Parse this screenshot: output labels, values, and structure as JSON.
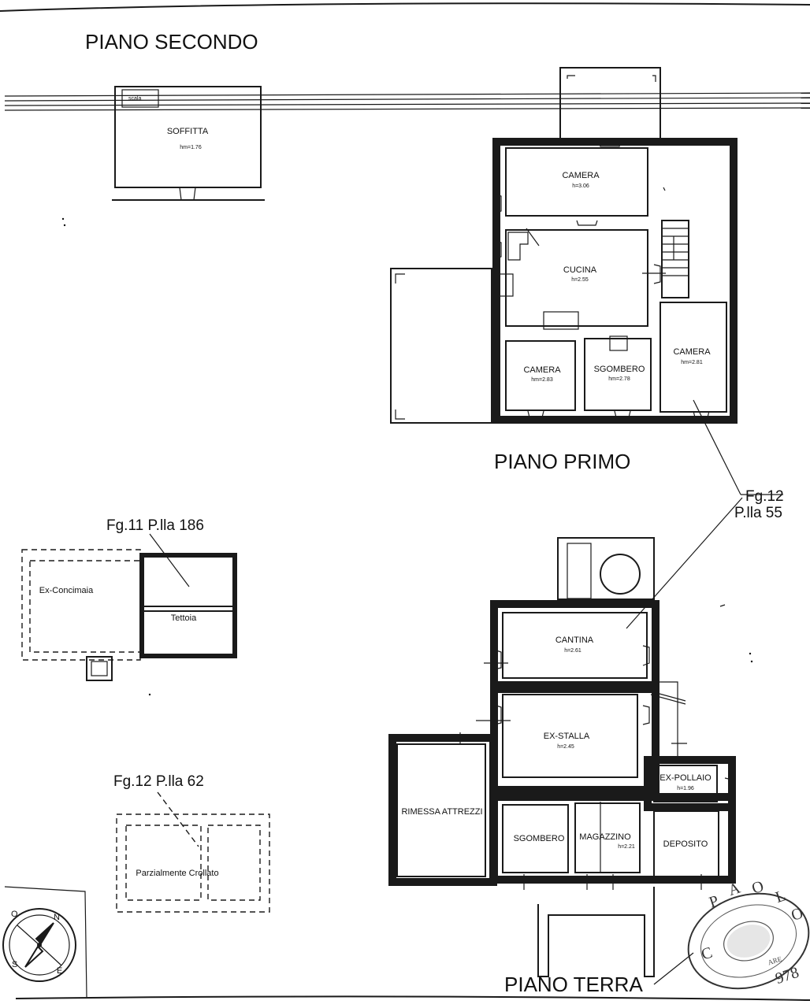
{
  "floors": {
    "second": "PIANO SECONDO",
    "first": "PIANO PRIMO",
    "ground": "PIANO TERRA"
  },
  "second_floor": {
    "stair": "scala",
    "attic": {
      "name": "SOFFITTA",
      "height": "hm=1.76"
    }
  },
  "first_floor": {
    "camera_top": {
      "name": "CAMERA",
      "height": "h=3.06"
    },
    "cucina": {
      "name": "CUCINA",
      "height": "h=2.55"
    },
    "camera_left": {
      "name": "CAMERA",
      "height": "hm=2.83"
    },
    "sgombero": {
      "name": "SGOMBERO",
      "height": "hm=2.78"
    },
    "camera_right": {
      "name": "CAMERA",
      "height": "hm=2.81"
    }
  },
  "ground_floor": {
    "cantina": {
      "name": "CANTINA",
      "height": "h=2.61"
    },
    "ex_stalla": {
      "name": "EX-STALLA",
      "height": "h=2.45"
    },
    "ex_pollaio": {
      "name": "EX-POLLAIO",
      "height": "h=1.96"
    },
    "rimessa": {
      "name": "RIMESSA ATTREZZI"
    },
    "sgombero": {
      "name": "SGOMBERO"
    },
    "magazzino": {
      "name": "MAGAZZINO",
      "height": "h=2.21"
    },
    "deposito": {
      "name": "DEPOSITO"
    }
  },
  "parcels": {
    "fg11_line": "Fg.11 P.lla 186",
    "fg11_rooms": {
      "ex_concimaia": "Ex-Concimaia",
      "tettoia": "Tettoia"
    },
    "fg12_55_line1": "Fg.12",
    "fg12_55_line2": "P.lla 55",
    "fg12_62_line": "Fg.12 P.lla 62",
    "fg12_62_room": "Parzialmente Crollato"
  },
  "compass": {
    "n": "N",
    "o": "O",
    "s": "S",
    "e": "E"
  },
  "stamp": {
    "letters": [
      "P",
      "A",
      "O",
      "L",
      "O"
    ],
    "number": "978",
    "inner_left": "C",
    "inner_right": "ARE"
  },
  "colors": {
    "ink": "#1a1a1a",
    "paper": "#ffffff"
  }
}
